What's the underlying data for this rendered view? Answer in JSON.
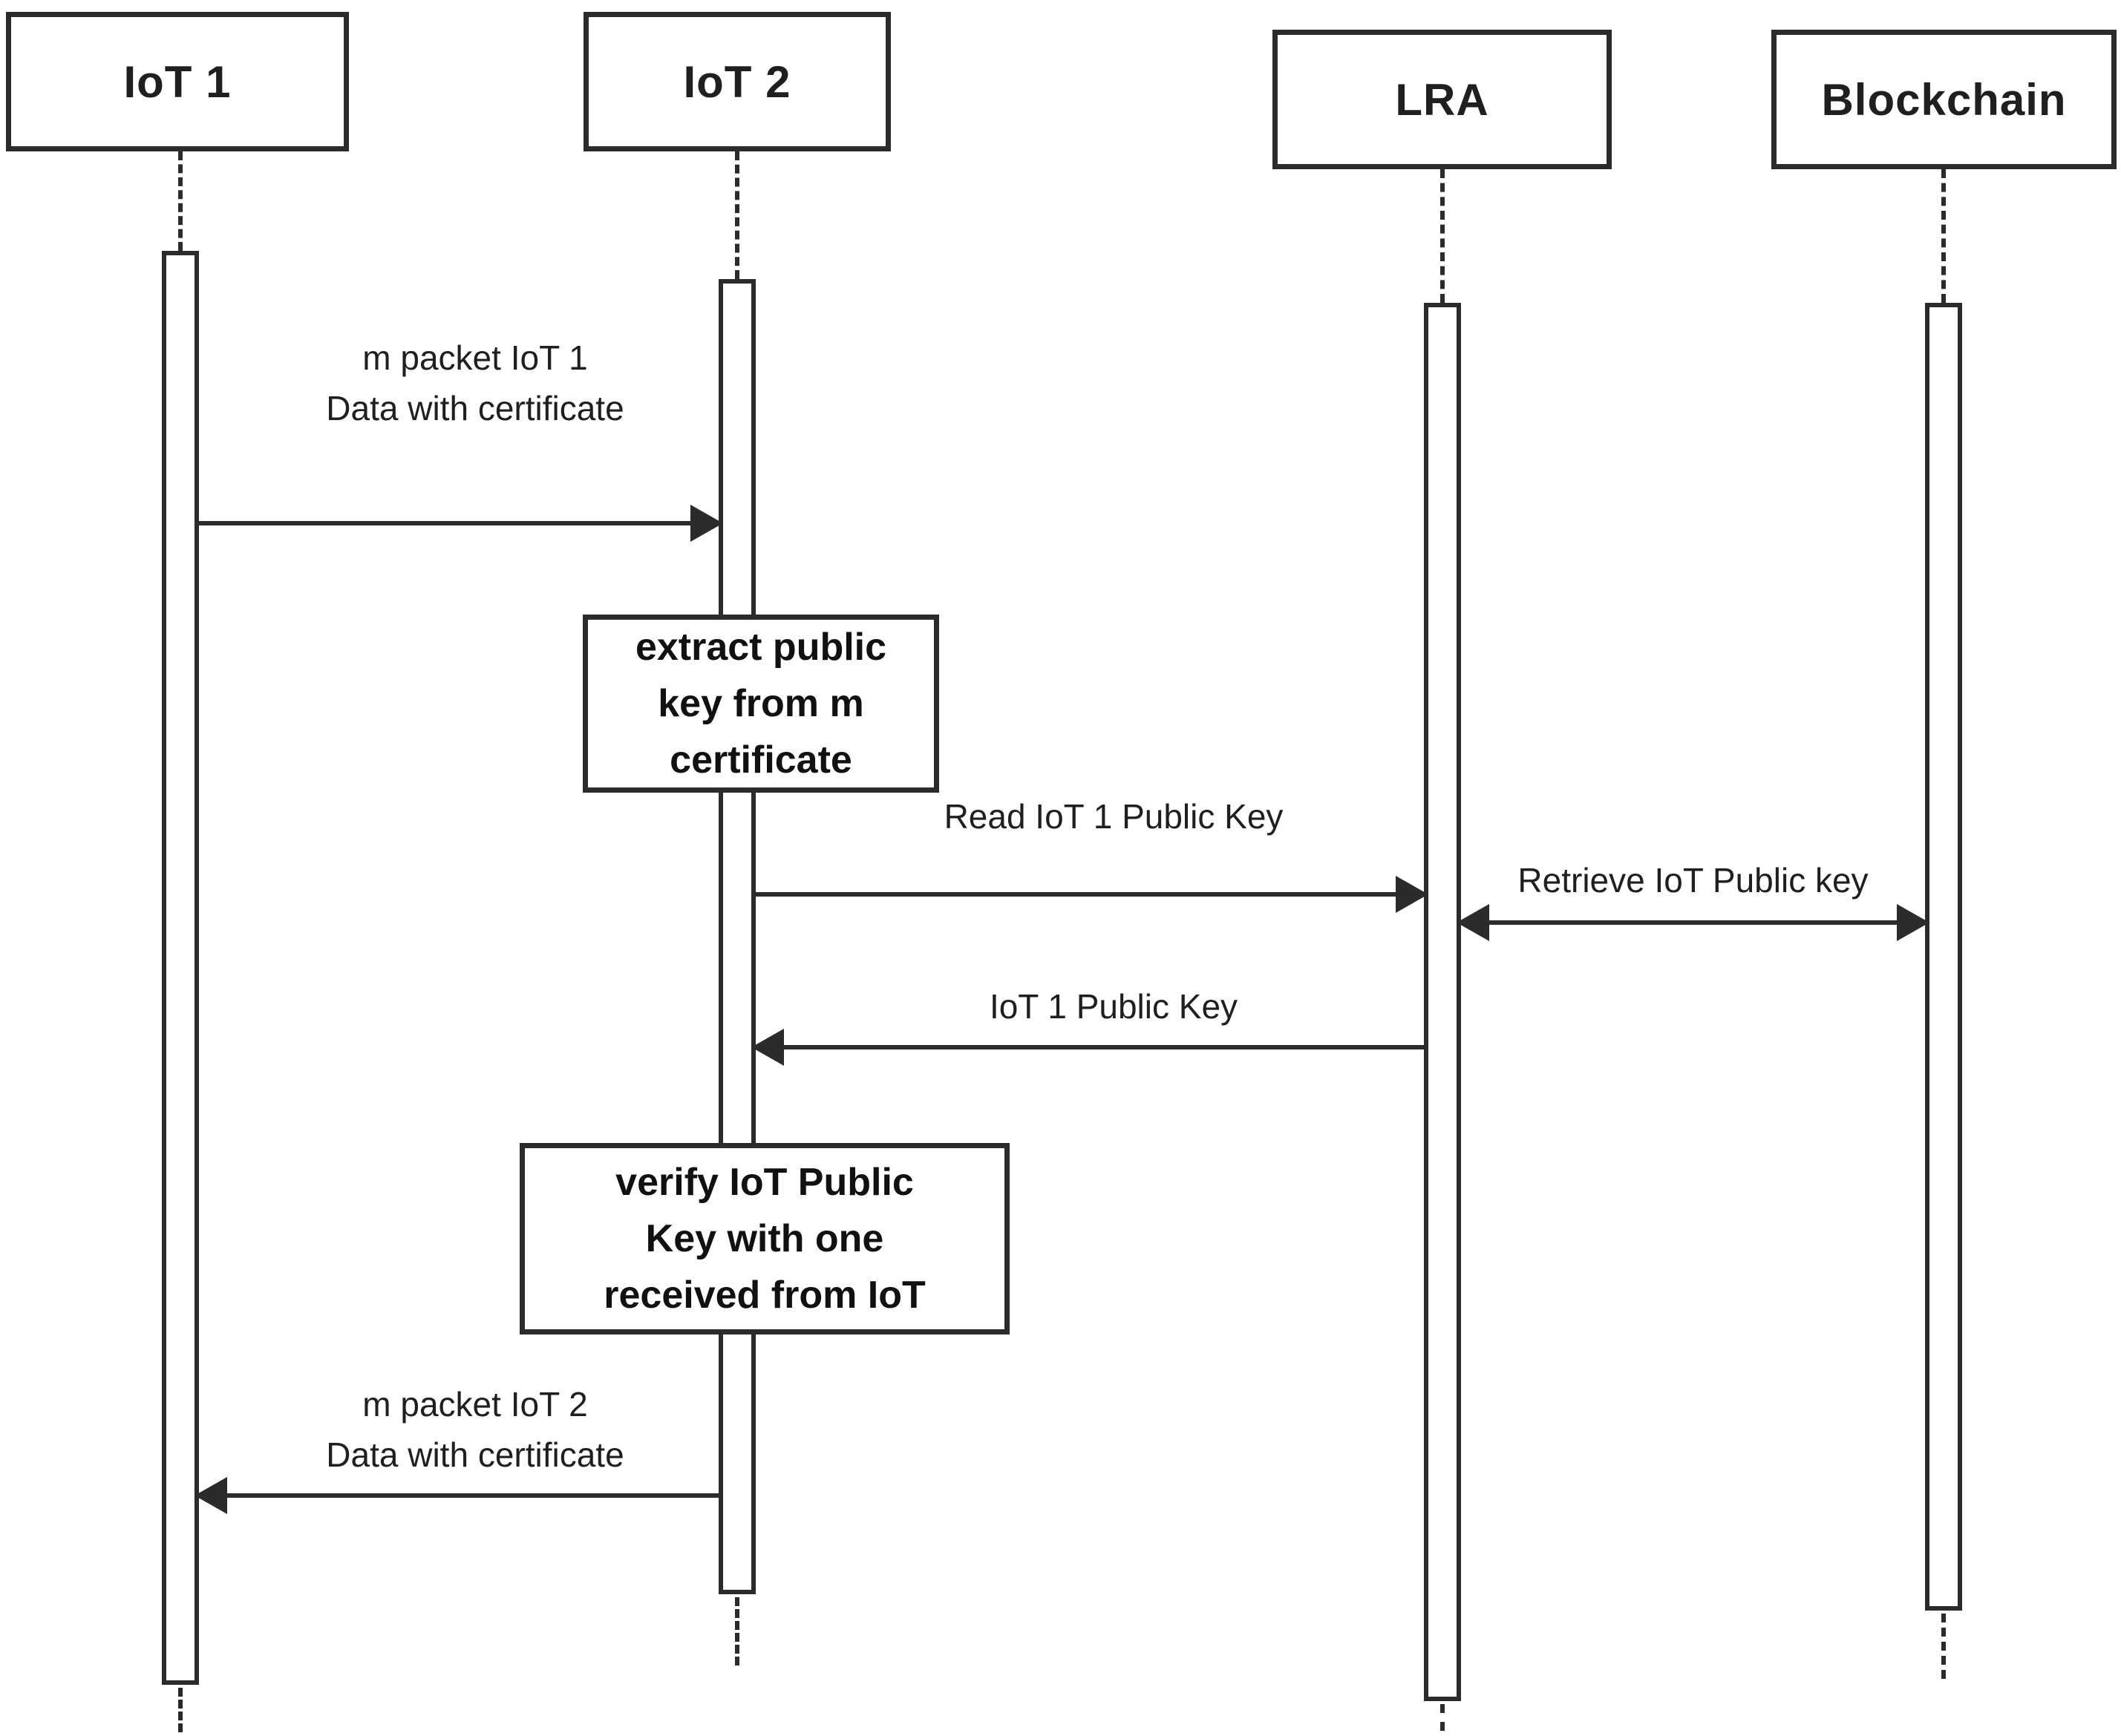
{
  "diagram": {
    "type": "uml-sequence",
    "colors": {
      "background": "#ffffff",
      "line": "#2b2b2b",
      "text": "#1f1f1f"
    },
    "participants": [
      {
        "label": "IoT 1"
      },
      {
        "label": "IoT 2"
      },
      {
        "label": "LRA"
      },
      {
        "label": "Blockchain"
      }
    ],
    "messages": [
      {
        "from": "IoT 1",
        "to": "IoT 2",
        "arrow": "right",
        "lines": [
          "m packet IoT 1",
          "Data with certificate"
        ]
      },
      {
        "from": "IoT 2",
        "to": "LRA",
        "arrow": "right",
        "lines": [
          "Read IoT 1 Public Key"
        ]
      },
      {
        "from": "LRA",
        "to": "Blockchain",
        "arrow": "both",
        "lines": [
          "Retrieve IoT Public key"
        ]
      },
      {
        "from": "LRA",
        "to": "IoT 2",
        "arrow": "left",
        "lines": [
          "IoT 1 Public Key"
        ]
      },
      {
        "from": "IoT 2",
        "to": "IoT 1",
        "arrow": "left",
        "lines": [
          "m packet IoT 2",
          "Data with certificate"
        ]
      }
    ],
    "actions": [
      {
        "on": "IoT 2",
        "lines": [
          "extract public",
          "key from m",
          "certificate"
        ]
      },
      {
        "on": "IoT 2",
        "lines": [
          "verify IoT Public",
          "Key with one",
          "received from IoT"
        ]
      }
    ]
  }
}
